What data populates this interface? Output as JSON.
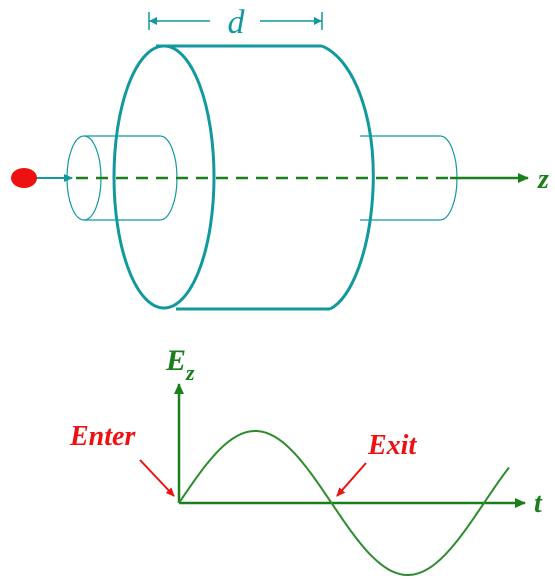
{
  "cavity": {
    "gap_label": "d",
    "axis_label": "z"
  },
  "field_plot": {
    "y_label_main": "E",
    "y_label_sub": "z",
    "x_label": "t",
    "enter_label": "Enter",
    "exit_label": "Exit"
  },
  "colors": {
    "teal": "#11999e",
    "green": "#1a7f1a",
    "red": "#ee1111",
    "dark_green": "#2e8b2e"
  }
}
